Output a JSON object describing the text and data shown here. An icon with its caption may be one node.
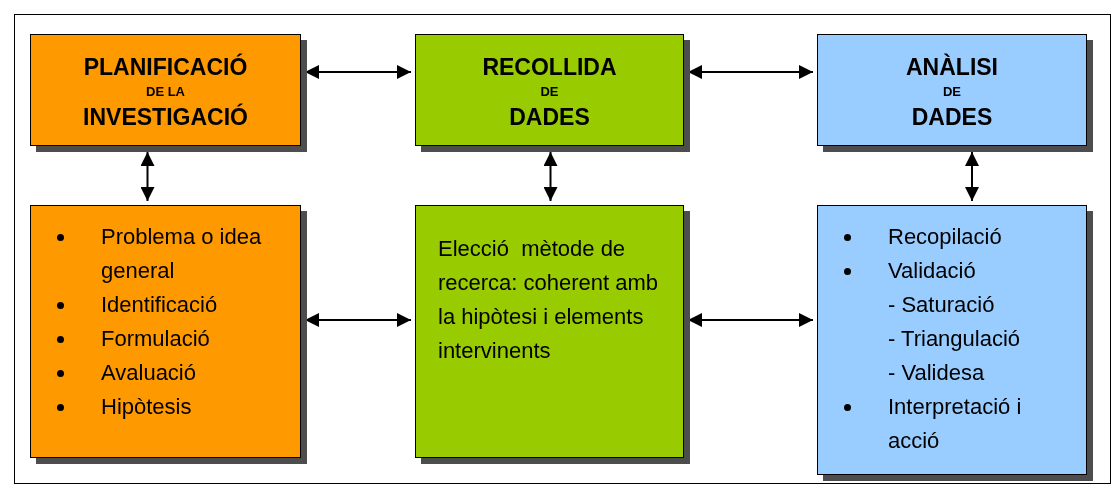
{
  "diagram": {
    "nodes": [
      {
        "text": [
          "PLANIFICACIÓ",
          "DE LA",
          "INVESTIGACIÓ"
        ]
      },
      {
        "text": [
          "RECOLLIDA",
          "DE",
          "DADES"
        ]
      },
      {
        "text": [
          "ANÀLISI",
          "DE",
          "DADES"
        ]
      },
      {
        "text": [
          "Problema o idea general",
          "Identificació",
          "Formulació",
          "Avaluació",
          "Hipòtesis"
        ]
      },
      {
        "text": [
          "Elecció  mètode de recerca: coherent amb la hipòtesi i elements intervinents"
        ]
      },
      {
        "text": [
          "Recopilació",
          "Validació",
          "- Saturació",
          "- Triangulació",
          "- Validesa",
          "Interpretació i acció"
        ]
      }
    ],
    "edges": [
      {
        "from": 0,
        "to": 1,
        "arrow": "both"
      },
      {
        "from": 1,
        "to": 2,
        "arrow": "both"
      },
      {
        "from": 0,
        "to": 3,
        "arrow": "both"
      },
      {
        "from": 1,
        "to": 4,
        "arrow": "both"
      },
      {
        "from": 2,
        "to": 5,
        "arrow": "both"
      },
      {
        "from": 3,
        "to": 4,
        "arrow": "both"
      },
      {
        "from": 4,
        "to": 5,
        "arrow": "both"
      }
    ]
  }
}
